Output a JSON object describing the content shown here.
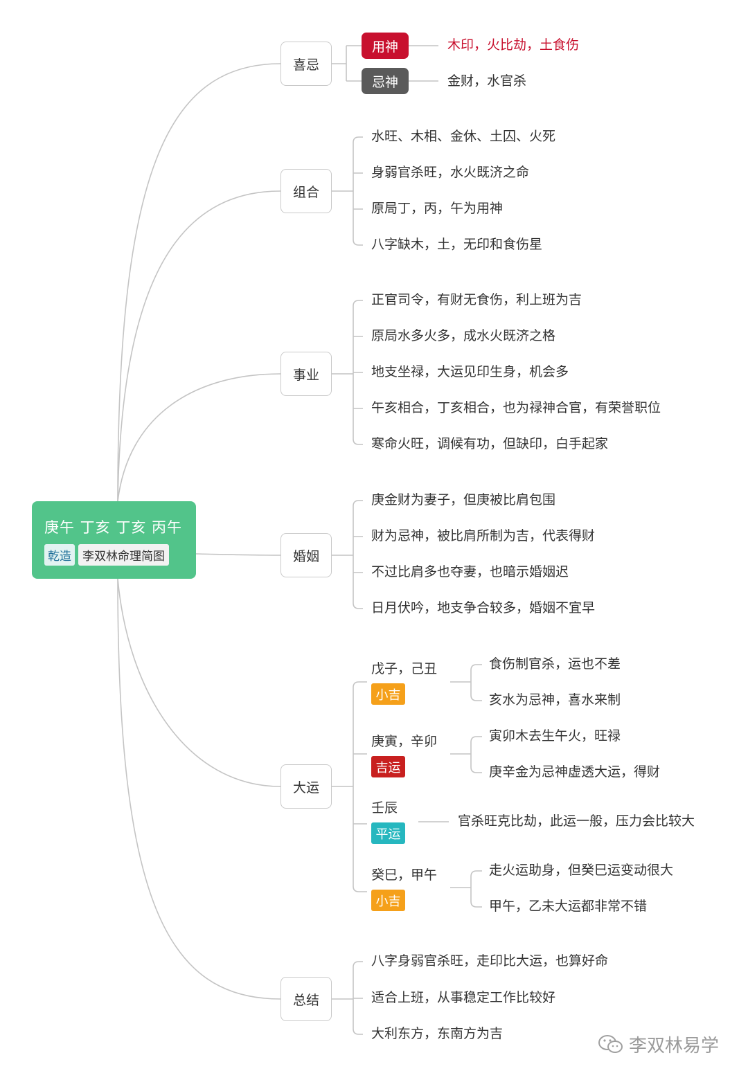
{
  "root": {
    "pillars": "庚午  丁亥  丁亥  丙午",
    "tag1": "乾造",
    "tag2": "李双林命理简图"
  },
  "xiji": {
    "label": "喜忌",
    "yongshen": {
      "tag": "用神",
      "text": "木印，火比劫，土食伤",
      "color": "#c8102e"
    },
    "jishen": {
      "tag": "忌神",
      "text": "金财，水官杀",
      "color": "#5a5a5a"
    }
  },
  "zuhe": {
    "label": "组合",
    "items": [
      "水旺、木相、金休、土囚、火死",
      "身弱官杀旺，水火既济之命",
      "原局丁，丙，午为用神",
      "八字缺木，土，无印和食伤星"
    ]
  },
  "shiye": {
    "label": "事业",
    "items": [
      "正官司令，有财无食伤，利上班为吉",
      "原局水多火多，成水火既济之格",
      "地支坐禄，大运见印生身，机会多",
      "午亥相合，丁亥相合，也为禄神合官，有荣誉职位",
      "寒命火旺，调候有功，但缺印，白手起家"
    ]
  },
  "hunyin": {
    "label": "婚姻",
    "items": [
      "庚金财为妻子，但庚被比肩包围",
      "财为忌神，被比肩所制为吉，代表得财",
      "不过比肩多也夺妻，也暗示婚姻迟",
      "日月伏吟，地支争合较多，婚姻不宜早"
    ]
  },
  "dayun": {
    "label": "大运",
    "periods": [
      {
        "name": "戊子，己丑",
        "badge": "小吉",
        "notes": [
          "食伤制官杀，运也不差",
          "亥水为忌神，喜水来制"
        ]
      },
      {
        "name": "庚寅，辛卯",
        "badge": "吉运",
        "notes": [
          "寅卯木去生午火，旺禄",
          "庚辛金为忌神虚透大运，得财"
        ]
      },
      {
        "name": "壬辰",
        "badge": "平运",
        "notes": [
          "官杀旺克比劫，此运一般，压力会比较大"
        ]
      },
      {
        "name": "癸巳，甲午",
        "badge": "小吉",
        "notes": [
          "走火运助身，但癸巳运变动很大",
          "甲午，乙未大运都非常不错"
        ]
      }
    ]
  },
  "zongjie": {
    "label": "总结",
    "items": [
      "八字身弱官杀旺，走印比大运，也算好命",
      "适合上班，从事稳定工作比较好",
      "大利东方，东南方为吉"
    ]
  },
  "watermark": {
    "text": "李双林易学",
    "icon": "wechat-icon"
  },
  "colors": {
    "root": "#52c48a",
    "line": "#c4c4c4",
    "xiaoji": "#f5a01a",
    "jiyun": "#c8201f",
    "pingyun": "#26b7bf"
  }
}
